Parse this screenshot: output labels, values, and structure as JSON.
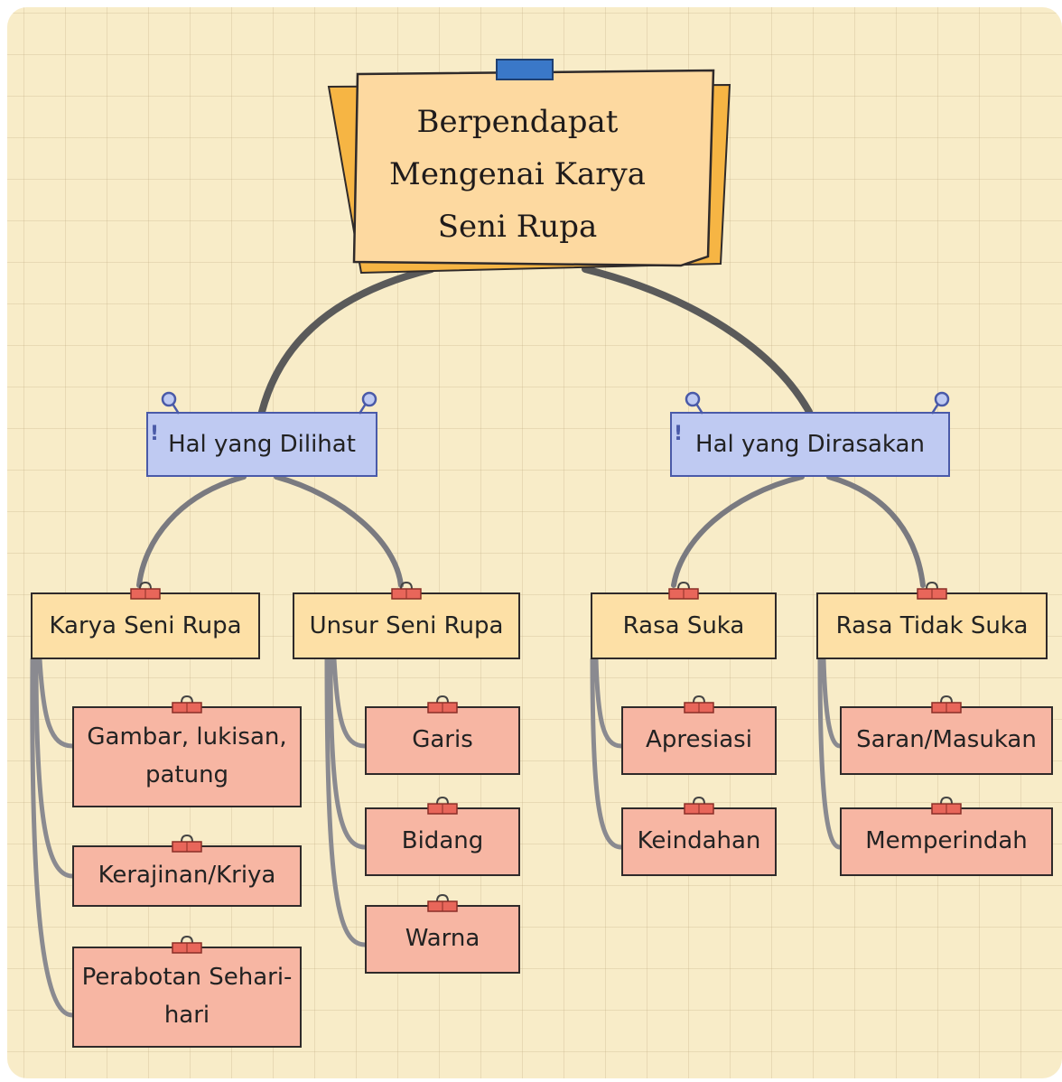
{
  "title": "Berpendapat Mengenai Karya Seni Rupa",
  "colors": {
    "background": "#f8ecc8",
    "title_note": "#fdd9a0",
    "title_note_back": "#f6b544",
    "tape": "#3a78c8",
    "level1": "#bfcaf2",
    "level2": "#fde0a6",
    "level3": "#f7b6a3",
    "connector": "#6b6b6b",
    "binder_clip": "#e8665a"
  },
  "branches": [
    {
      "label": "Hal yang Dilihat",
      "icon": "pushpin-icon",
      "children": [
        {
          "label": "Karya Seni Rupa",
          "items": [
            "Gambar, lukisan, patung",
            "Kerajinan/Kriya",
            "Perabotan Sehari-hari"
          ]
        },
        {
          "label": "Unsur Seni Rupa",
          "items": [
            "Garis",
            "Bidang",
            "Warna"
          ]
        }
      ]
    },
    {
      "label": "Hal yang Dirasakan",
      "icon": "pushpin-icon",
      "children": [
        {
          "label": "Rasa Suka",
          "items": [
            "Apresiasi",
            "Keindahan"
          ]
        },
        {
          "label": "Rasa Tidak Suka",
          "items": [
            "Saran/Masukan",
            "Memperindah"
          ]
        }
      ]
    }
  ]
}
